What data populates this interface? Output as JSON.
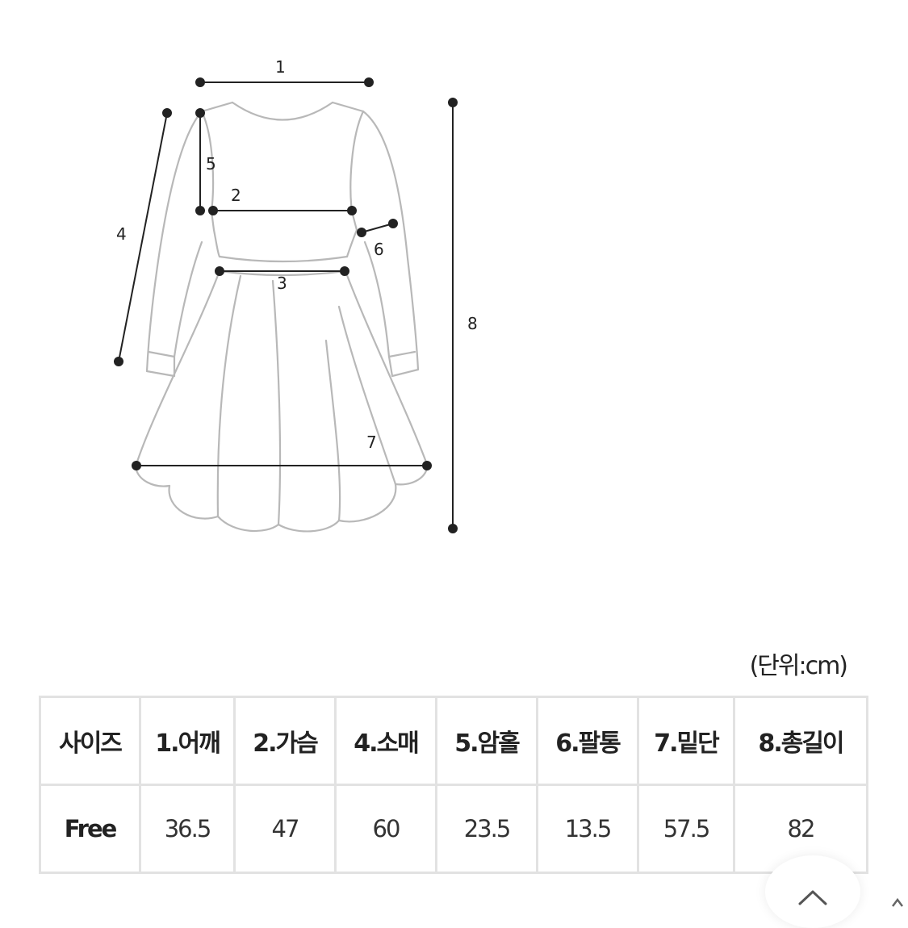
{
  "diagram": {
    "labels": [
      "1",
      "2",
      "3",
      "4",
      "5",
      "6",
      "7",
      "8"
    ]
  },
  "unit_note": "(단위:cm)",
  "size_table": {
    "headers": [
      "사이즈",
      "1.어깨",
      "2.가슴",
      "4.소매",
      "5.암홀",
      "6.팔통",
      "7.밑단",
      "8.총길이"
    ],
    "rows": [
      {
        "size": "Free",
        "values": [
          "36.5",
          "47",
          "60",
          "23.5",
          "13.5",
          "57.5",
          "82"
        ]
      }
    ]
  },
  "scroll_top": {
    "icon": "chevron-up-icon"
  }
}
